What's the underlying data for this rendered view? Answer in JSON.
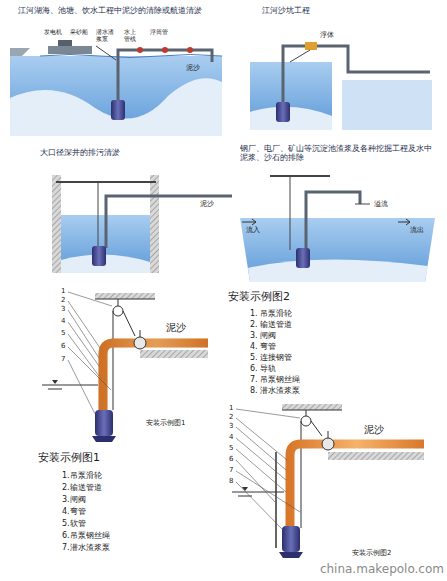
{
  "diagram": {
    "labels": [
      "江河湖海、池塘、饮水工程中泥沙的清除或航道清淤",
      "江河沙坑工程",
      "发电机",
      "采砂船",
      "潜水渣浆泵",
      "水上管线",
      "浮筒管",
      "泥沙",
      "浮体",
      "大口径深井的排污清淤",
      "泥沙",
      "钢厂、电厂、矿山等沉淀池渣浆及各种挖掘工程及水中泥浆、沙石的排除",
      "溢流",
      "流入",
      "流出",
      "1",
      "2",
      "3",
      "4",
      "5",
      "6",
      "7",
      "泥沙",
      "安装示例图1",
      "安装示例图2",
      "1. 吊泵滑轮",
      "2. 输送管道",
      "3. 闸阀",
      "4. 弯管",
      "5. 连接钢管",
      "6. 导轨",
      "7. 吊泵钢丝绳",
      "8. 潜水渣浆泵",
      "1",
      "2",
      "3",
      "4",
      "5",
      "6",
      "7",
      "8",
      "泥沙",
      "安装示例图2",
      "安装示例图1",
      "1.吊泵滑轮",
      "2.输送管道",
      "3.闸阀",
      "4.弯管",
      "5.软管",
      "6.吊泵钢丝绳",
      "7.潜水渣浆泵",
      "china.makepolo.com"
    ]
  }
}
